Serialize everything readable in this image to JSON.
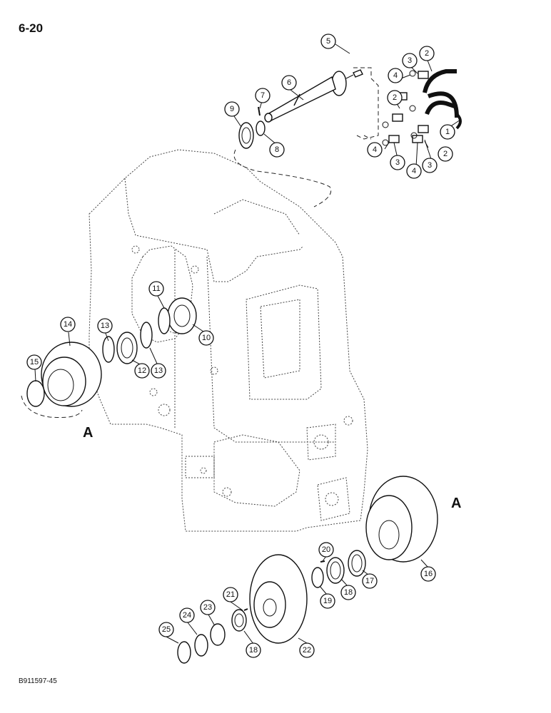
{
  "page_label": "6-20",
  "figure_code": "B911597-45",
  "reference_letters": [
    "A",
    "A"
  ],
  "callouts": [
    "1",
    "2",
    "2",
    "2",
    "3",
    "3",
    "3",
    "4",
    "4",
    "4",
    "2",
    "3",
    "4",
    "5",
    "6",
    "7",
    "8",
    "9",
    "10",
    "11",
    "12",
    "13",
    "13",
    "14",
    "15",
    "16",
    "17",
    "18",
    "18",
    "19",
    "20",
    "21",
    "22",
    "23",
    "24",
    "25"
  ]
}
